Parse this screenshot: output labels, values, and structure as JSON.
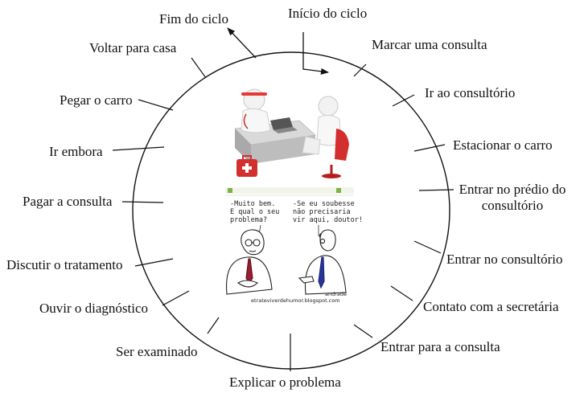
{
  "diagram": {
    "start_label": "Início do ciclo",
    "end_label": "Fim do ciclo",
    "steps": [
      "Marcar uma consulta",
      "Ir ao consultório",
      "Estacionar o carro",
      "Entrar no prédio do consultório",
      "Entrar no consultório",
      "Contato com a secretária",
      "Entrar para a consulta",
      "Explicar o problema",
      "Ser examinado",
      "Ouvir o diagnóstico",
      "Discutir o tratamento",
      "Pagar a consulta",
      "Ir embora",
      "Pegar o carro",
      "Voltar para casa"
    ]
  },
  "cartoon": {
    "doctor_speech": [
      "-Muito bem.",
      "E qual o seu",
      "problema?"
    ],
    "patient_speech": [
      "-Se eu soubesse",
      "não precisaria",
      "vir aqui, doutor!"
    ],
    "signature": "andrade",
    "site": "etrateviverdehumor.blogspot.com"
  }
}
